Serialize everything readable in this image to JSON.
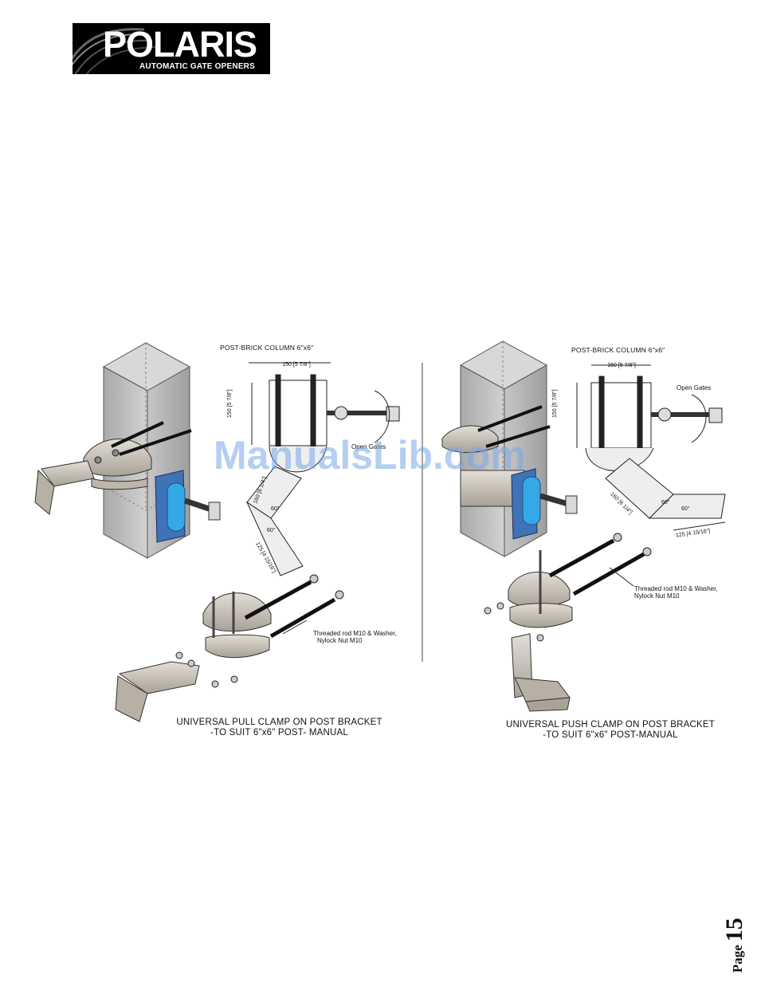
{
  "logo": {
    "brand": "POLARIS",
    "tagline": "AUTOMATIC GATE OPENERS"
  },
  "left_diagram": {
    "post_label": "POST-BRICK COLUMN  6\"x6\"",
    "width_dim": "150 [5 7/8\"]",
    "height_dim": "150 [5 7/8\"]",
    "arm_dim": "160 [6 1/4\"]",
    "end_dim": "125 [4 15/16\"]",
    "angle_1": "60°",
    "angle_2": "60°",
    "open_gates": "Open Gates",
    "rod_label_1": "Threaded rod M10 & Washer,",
    "rod_label_2": "Nylock Nut M10",
    "caption_1": "UNIVERSAL PULL CLAMP ON POST BRACKET",
    "caption_2": "-TO SUIT 6\"x6\" POST- MANUAL"
  },
  "right_diagram": {
    "post_label": "POST-BRICK COLUMN  6\"x6\"",
    "width_dim": "150 [5 7/8\"]",
    "height_dim": "150 [5 7/8\"]",
    "arm_dim": "160 [6 1/4\"]",
    "end_dim": "125 [4 15/16\"]",
    "angle_1": "60°",
    "angle_2": "60°",
    "open_gates": "Open Gates",
    "rod_label_1": "Threaded rod M10 & Washer,",
    "rod_label_2": "Nylock Nut M10",
    "caption_1": "UNIVERSAL PUSH CLAMP ON POST BRACKET",
    "caption_2": "-TO SUIT 6\"x6\" POST-MANUAL"
  },
  "watermark": "ManualsLib.com",
  "page": {
    "word": "Page",
    "number": "15"
  },
  "colors": {
    "post": "#bdbdbd",
    "bracket": "#cfc9bf",
    "hinge_blue": "#3f73b8",
    "pin_cyan": "#35a8e6",
    "watermark": "#78a5e6"
  }
}
